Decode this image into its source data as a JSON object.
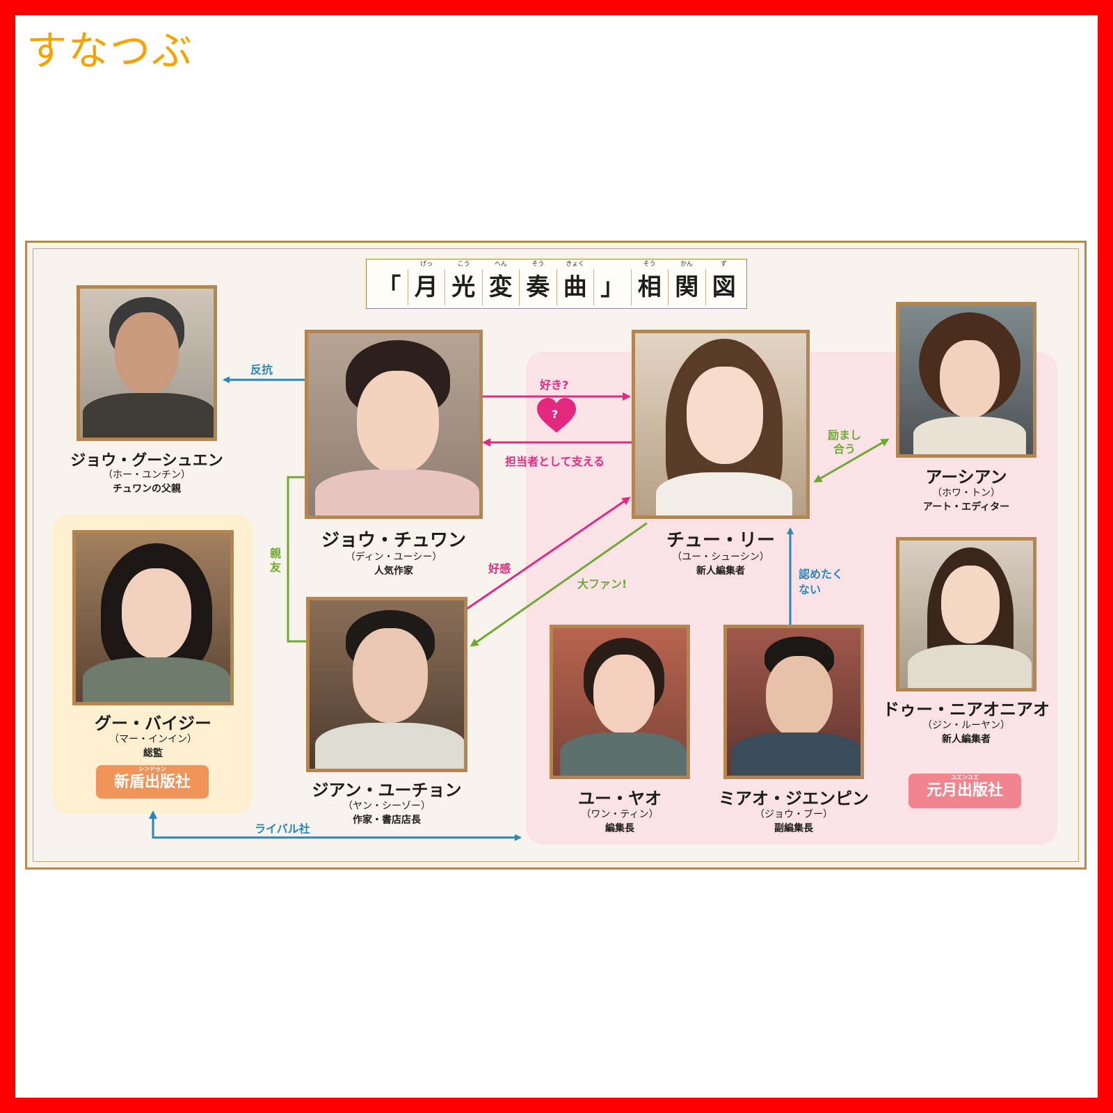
{
  "watermark": "すなつぶ",
  "title": {
    "chars": [
      "「",
      "月",
      "光",
      "変",
      "奏",
      "曲",
      "」",
      "相",
      "関",
      "図"
    ],
    "ruby": [
      "",
      "げっ",
      "こう",
      "へん",
      "そう",
      "きょく",
      "",
      "そう",
      "かん",
      "ず"
    ]
  },
  "characters": {
    "zhou_gushuen": {
      "name": "ジョウ・グーシュエン",
      "actor": "（ホー・ユンチン）",
      "role": "チュワンの父親"
    },
    "zhou_chuwan": {
      "name": "ジョウ・チュワン",
      "actor": "（ディン・ユーシー）",
      "role": "人気作家"
    },
    "chu_li": {
      "name": "チュー・リー",
      "actor": "（ユー・シューシン）",
      "role": "新人編集者"
    },
    "a_shian": {
      "name": "アーシアン",
      "actor": "（ホワ・トン）",
      "role": "アート・エディター"
    },
    "gu_baiji": {
      "name": "グー・バイジー",
      "actor": "（マー・インイン）",
      "role": "総監"
    },
    "jian_yuchon": {
      "name": "ジアン・ユーチョン",
      "actor": "（ヤン・シーゾー）",
      "role": "作家・書店店長"
    },
    "yu_yao": {
      "name": "ユー・ヤオ",
      "actor": "（ワン・ティン）",
      "role": "編集長"
    },
    "miao_jienpin": {
      "name": "ミアオ・ジエンピン",
      "actor": "（ジョウ・ブー）",
      "role": "副編集長"
    },
    "du_niaoniao": {
      "name": "ドゥー・ニアオニアオ",
      "actor": "（ジン・ルーヤン）",
      "role": "新人編集者"
    }
  },
  "companies": {
    "left": {
      "ruby": "シンドゥン",
      "name": "新盾出版社",
      "color": "#f0945a"
    },
    "right": {
      "ruby": "ユエンユエ",
      "name": "元月出版社",
      "color": "#f0848f"
    }
  },
  "relations": {
    "hankou": "反抗",
    "suki": "好き?",
    "heart_mark": "?",
    "tantou": "担当者として支える",
    "hagemashi_1": "励まし",
    "hagemashi_2": "合う",
    "shinyu_1": "親",
    "shinyu_2": "友",
    "koukan": "好感",
    "daifan": "大ファン!",
    "mitometaku_1": "認めたく",
    "mitometaku_2": "ない",
    "rival": "ライバル社"
  },
  "colors": {
    "blue": "#2a86b8",
    "pink": "#e2287f",
    "green": "#6fa832",
    "frame": "#b5854f"
  }
}
